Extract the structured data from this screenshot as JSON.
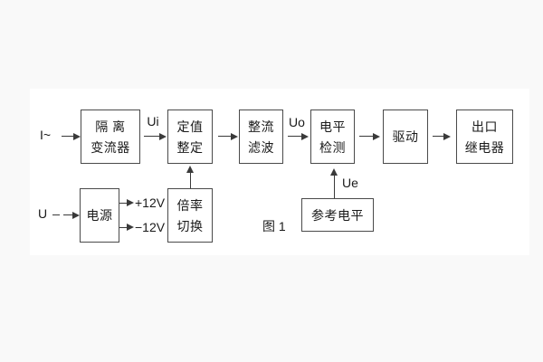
{
  "figure": {
    "caption": "图 1"
  },
  "labels": {
    "input_current": "I~",
    "input_voltage": "U",
    "signal_ui": "Ui",
    "signal_uo": "Uo",
    "signal_ue": "Ue",
    "rail_positive": "+12V",
    "rail_negative": "−12V"
  },
  "blocks": {
    "isolation_transformer": {
      "line1": "隔 离",
      "line2": "变流器"
    },
    "setting_adjust": {
      "line1": "定值",
      "line2": "整定"
    },
    "rectify_filter": {
      "line1": "整流",
      "line2": "滤波"
    },
    "level_detect": {
      "line1": "电平",
      "line2": "检测"
    },
    "drive": {
      "line1": "驱动"
    },
    "outlet_relay": {
      "line1": "出口",
      "line2": "继电器"
    },
    "power_supply": {
      "line1": "电源"
    },
    "multiplier_switch": {
      "line1": "倍率",
      "line2": "切换"
    },
    "reference_level": {
      "line1": "参考电平"
    }
  },
  "colors": {
    "line": "#3a3a3a",
    "text": "#1a1a1a",
    "background": "#f9f9f9",
    "figure_background": "#ffffff"
  }
}
